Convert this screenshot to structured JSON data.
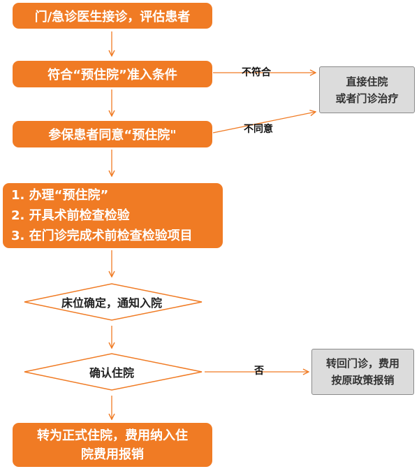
{
  "nodes": {
    "n1": "门/急诊医生接诊，评估患者",
    "n2": "符合“预住院”准入条件",
    "n3": "参保患者同意“预住院\"",
    "n4": [
      "1. 办理“预住院”",
      "2. 开具术前检查检验",
      "3. 在门诊完成术前检查检验项目"
    ],
    "d1": "床位确定，通知入院",
    "d2": "确认住院",
    "n5": [
      "转为正式住院，费用纳入住",
      "院费用报销"
    ],
    "g1": [
      "直接住院",
      "或者门诊治疗"
    ],
    "g2": [
      "转回门诊，费用",
      "按原政策报销"
    ]
  },
  "edges": {
    "not_meet": "不符合",
    "not_agree": "不同意",
    "no": "否"
  },
  "colors": {
    "orange": "#f07b24",
    "gray_box": "#dcdcdc",
    "connector": "#f07b24"
  }
}
